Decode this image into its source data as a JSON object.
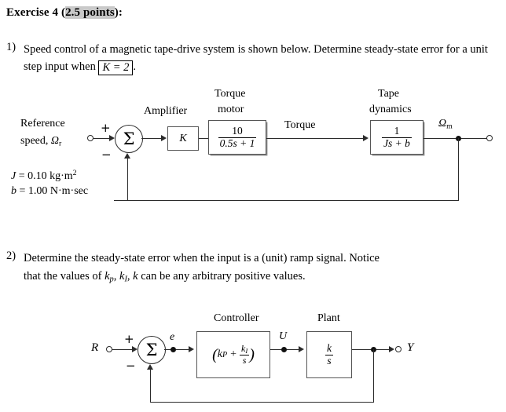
{
  "document": {
    "title_prefix": "Exercise 4 (",
    "title_highlight": "2.5 points",
    "title_suffix": "):"
  },
  "questions": [
    {
      "number": "1)",
      "text_before_box": "Speed control of a magnetic tape-drive system is shown below. Determine steady-state error for a unit step input when ",
      "boxed_value": "K = 2",
      "text_after_box": "."
    },
    {
      "number": "2)",
      "line1": "Determine the steady-state error when the input is a (unit) ramp signal. Notice",
      "line2_a": "that the values of ",
      "line2_kp": "k",
      "line2_kp_sub": "p",
      "line2_sep1": ", ",
      "line2_ki": "k",
      "line2_ki_sub": "I",
      "line2_sep2": ", ",
      "line2_k": "k",
      "line2_b": " can be any arbitrary positive values."
    }
  ],
  "diagram1": {
    "name": "magnetic-tape-drive-speed-control-block-diagram",
    "input_label_line1": "Reference",
    "input_label_line2_a": "speed, ",
    "input_label_line2_sym": "Ω",
    "input_label_line2_sub": "r",
    "plus_sign": "+",
    "minus_sign": "−",
    "sum_symbol": "Σ",
    "amplifier_caption": "Amplifier",
    "amplifier_gain": "K",
    "motor_caption_line1": "Torque",
    "motor_caption_line2": "motor",
    "motor_num": "10",
    "motor_den": "0.5s + 1",
    "torque_signal_label": "Torque",
    "tape_caption_line1": "Tape",
    "tape_caption_line2": "dynamics",
    "tape_num": "1",
    "tape_den": "Js + b",
    "output_label_sym": "Ω",
    "output_label_sub": "m",
    "params": [
      {
        "sym": "J",
        "eq": " = 0.10 kg·m",
        "sup": "2"
      },
      {
        "sym": "b",
        "eq": " = 1.00 N·m·sec",
        "sup": ""
      }
    ]
  },
  "diagram2": {
    "name": "pi-controller-plant-feedback-block-diagram",
    "input_label": "R",
    "plus_sign": "+",
    "minus_sign": "−",
    "sum_symbol": "Σ",
    "error_label": "e",
    "controller_caption": "Controller",
    "controller_open_paren": "(",
    "controller_kp": "k",
    "controller_kp_sub": "P",
    "controller_plus": "+",
    "controller_ki_num": "k",
    "controller_ki_num_sub": "I",
    "controller_ki_den": "s",
    "controller_close_paren": ")",
    "control_signal_label": "U",
    "plant_caption": "Plant",
    "plant_num": "k",
    "plant_den": "s",
    "output_label": "Y"
  },
  "colors": {
    "ink": "#000000",
    "line": "#2b2b2b",
    "block_border": "#555555",
    "highlight": "#c9c9c9",
    "page": "#ffffff"
  }
}
